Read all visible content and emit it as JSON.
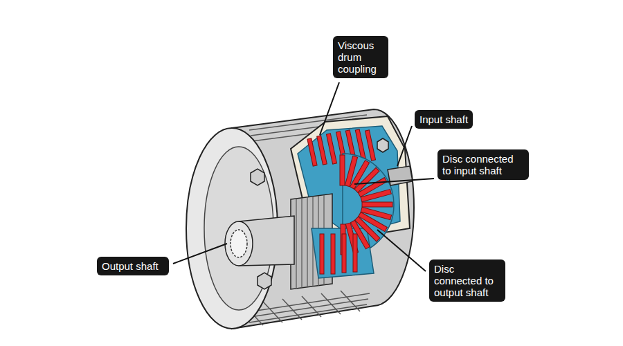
{
  "diagram": {
    "nodes": [
      {
        "text": [
          "Viscous drum coupling"
        ]
      },
      {
        "text": [
          "Input shaft"
        ]
      },
      {
        "text": [
          "Disc connected to input shaft"
        ]
      },
      {
        "text": [
          "Output shaft"
        ]
      },
      {
        "text": [
          "Disc connected to output shaft"
        ]
      }
    ]
  }
}
